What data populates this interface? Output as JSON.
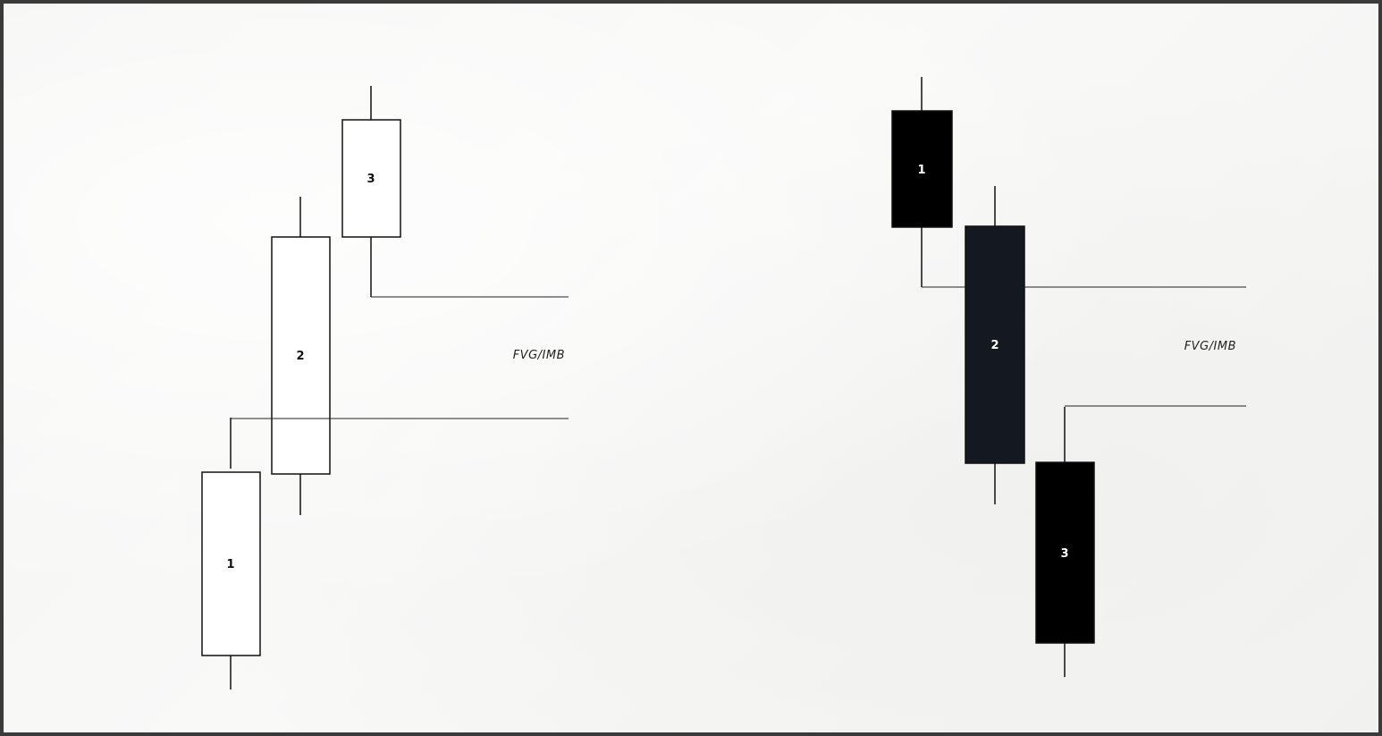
{
  "diagram": {
    "bullish": {
      "gap_label": "FVG/IMB",
      "candles": [
        {
          "label": "1",
          "fill": "#ffffff"
        },
        {
          "label": "2",
          "fill": "#ffffff"
        },
        {
          "label": "3",
          "fill": "#ffffff"
        }
      ]
    },
    "bearish": {
      "gap_label": "FVG/IMB",
      "candles": [
        {
          "label": "1",
          "fill": "#000000"
        },
        {
          "label": "2",
          "fill": "#141821"
        },
        {
          "label": "3",
          "fill": "#000000"
        }
      ]
    }
  }
}
